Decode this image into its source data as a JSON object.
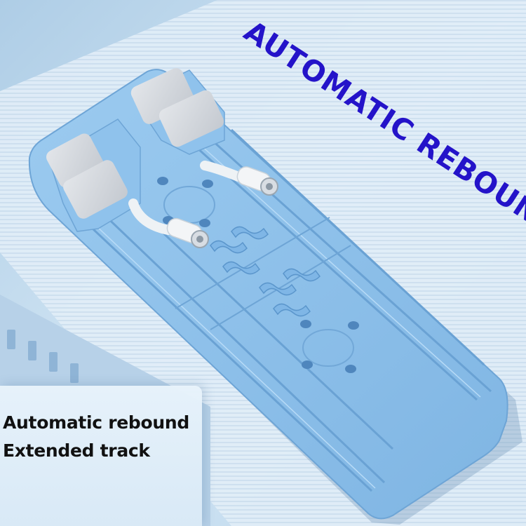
{
  "headline": {
    "text": "AUTOMATIC REBOUND",
    "color": "#2413c9"
  },
  "caption": {
    "line1": "Automatic rebound",
    "line2": "Extended track"
  },
  "colors": {
    "background": "#c9dff0",
    "board": "#8dc0ea",
    "pad": "#d5d9df",
    "tube": "#f3f5f7"
  }
}
